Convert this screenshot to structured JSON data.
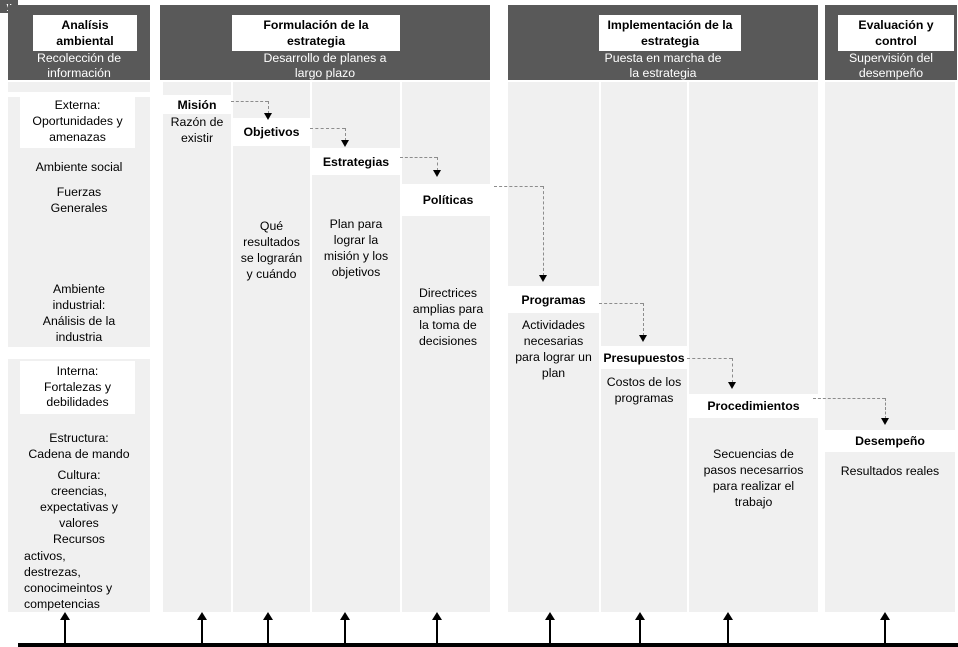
{
  "colors": {
    "header_bg": "#595959",
    "column_bg": "#f0f0f0",
    "text": "#000000",
    "connector_dash": "#8c8c8c"
  },
  "corner_mark": "y",
  "sections": [
    {
      "title": "Analísis\nambiental",
      "subtitle": "Recolección de\ninformación"
    },
    {
      "title": "Formulación de la\nestrategia",
      "subtitle": "Desarrollo de planes a\nlargo plazo"
    },
    {
      "title": "Implementación de la\nestrategia",
      "subtitle": "Puesta en marcha de\nla estrategia"
    },
    {
      "title": "Evaluación y\ncontrol",
      "subtitle": "Supervisión del\ndesempeño"
    }
  ],
  "environment_column": {
    "external_box": "Externa:\nOportunidades y\namenazas",
    "social": "Ambiente social",
    "forces": "Fuerzas\nGenerales",
    "industry": "Ambiente\nindustrial:\nAnálisis de la\nindustria",
    "internal_box": "Interna:\nFortalezas y\ndebilidades",
    "structure": "Estructura:\nCadena de mando",
    "culture": "Cultura:\ncreencias,\nexpectativas y\nvalores",
    "resources_head": "Recursos",
    "resources_list": "activos,\ndestrezas,\nconocimeintos y\ncompetencias"
  },
  "steps": [
    {
      "label": "Misión",
      "description": "Razón de\nexistir"
    },
    {
      "label": "Objetivos",
      "description": "Qué\nresultados\nse lograrán\ny cuándo"
    },
    {
      "label": "Estrategias",
      "description": "Plan para\nlograr la\nmisión y los\nobjetivos"
    },
    {
      "label": "Políticas",
      "description": "Directrices\namplias para\nla toma de\ndecisiones"
    },
    {
      "label": "Programas",
      "description": "Actividades\nnecesarias\npara lograr un\nplan"
    },
    {
      "label": "Presupuestos",
      "description": "Costos de los\nprogramas"
    },
    {
      "label": "Procedimientos",
      "description": "Secuencias de\npasos necesarrios\npara realizar el\ntrabajo"
    },
    {
      "label": "Desempeño",
      "description": "Resultados reales"
    }
  ]
}
